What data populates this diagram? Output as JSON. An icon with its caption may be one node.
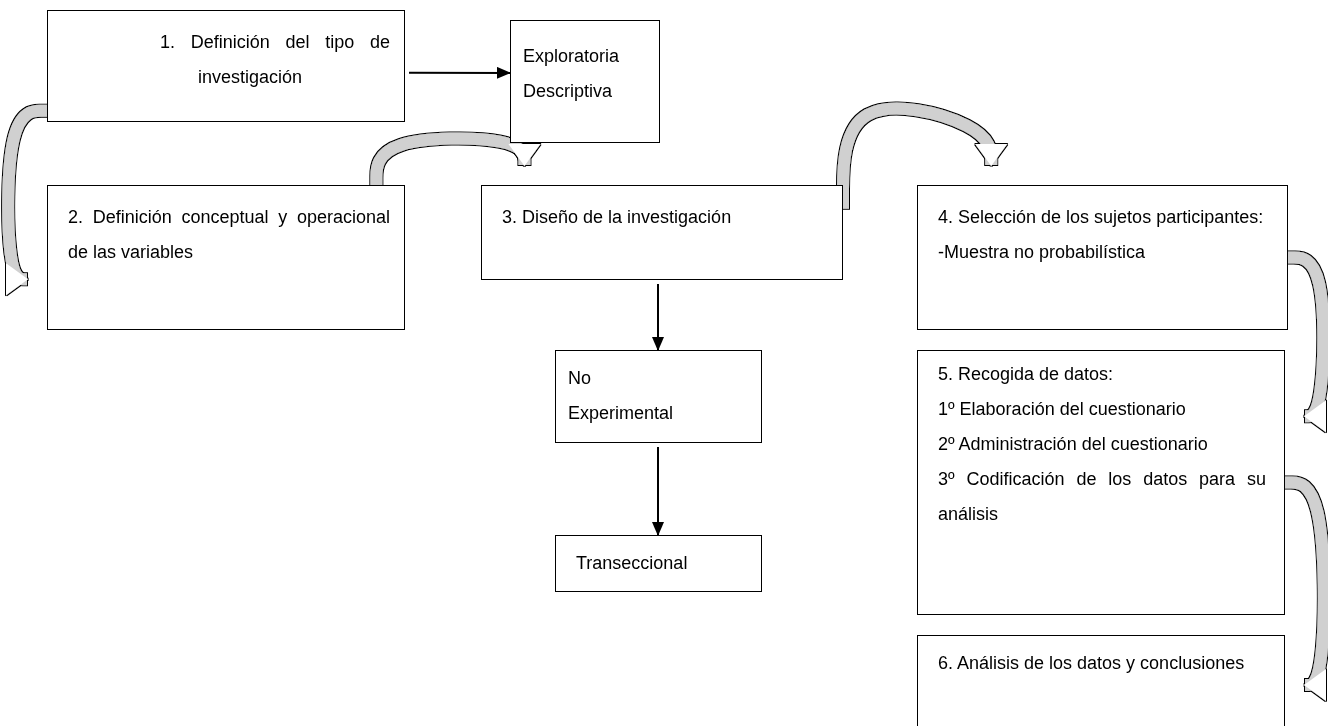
{
  "diagram": {
    "nodes": [
      {
        "text": [
          "1. Definición del tipo de investigación"
        ]
      },
      {
        "text": [
          "Exploratoria",
          "Descriptiva"
        ]
      },
      {
        "text": [
          "2. Definición conceptual y operacional de las variables"
        ]
      },
      {
        "text": [
          "3. Diseño de la investigación"
        ]
      },
      {
        "text": [
          "4. Selección de los sujetos participantes:",
          "-Muestra no probabilística"
        ]
      },
      {
        "text": [
          "No Experimental"
        ]
      },
      {
        "text": [
          "Transeccional"
        ]
      },
      {
        "text": [
          "5. Recogida de datos:",
          "1º Elaboración del cuestionario",
          "2º Administración del cuestionario",
          "3º Codificación de los datos para su análisis"
        ]
      },
      {
        "text": [
          "6. Análisis de los datos y conclusiones"
        ]
      }
    ],
    "edges": [
      {
        "from": 0,
        "to": 1,
        "arrow": "to",
        "color": "#000000"
      },
      {
        "from": 0,
        "to": 2,
        "arrow": "to"
      },
      {
        "from": 2,
        "to": 3,
        "arrow": "to"
      },
      {
        "from": 3,
        "to": 4,
        "arrow": "to"
      },
      {
        "from": 3,
        "to": 5,
        "arrow": "to",
        "color": "#000000"
      },
      {
        "from": 5,
        "to": 6,
        "arrow": "to",
        "color": "#000000"
      },
      {
        "from": 4,
        "to": 7,
        "arrow": "to"
      },
      {
        "from": 7,
        "to": 8,
        "arrow": "to"
      }
    ]
  }
}
